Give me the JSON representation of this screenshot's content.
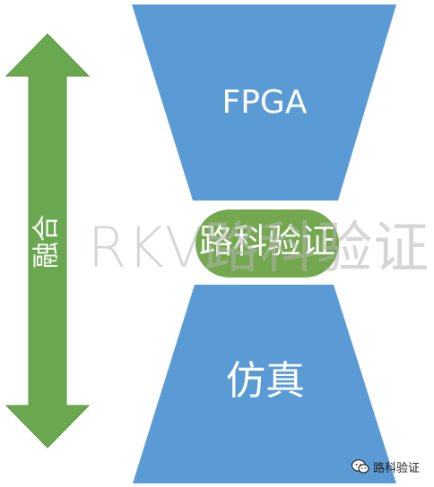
{
  "diagram": {
    "axis_label": "融合",
    "top_label": "FPGA",
    "middle_label": "路科验证",
    "bottom_label": "仿真"
  },
  "watermark": {
    "text": "RKV路科验证"
  },
  "credit": {
    "icon": "wechat-icon",
    "text": "路科验证"
  },
  "colors": {
    "arrow_green": "#6aa84f",
    "arrow_green_dark": "#5d9443",
    "trapezoid_blue": "#5b9bd5",
    "pill_green": "#73a84e",
    "text_white": "#ffffff"
  }
}
